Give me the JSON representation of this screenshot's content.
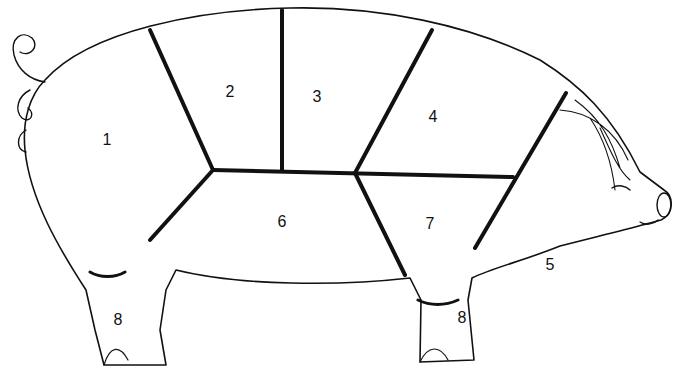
{
  "diagram": {
    "labels": [
      "1",
      "2",
      "3",
      "4",
      "5",
      "6",
      "7",
      "8",
      "8"
    ]
  }
}
